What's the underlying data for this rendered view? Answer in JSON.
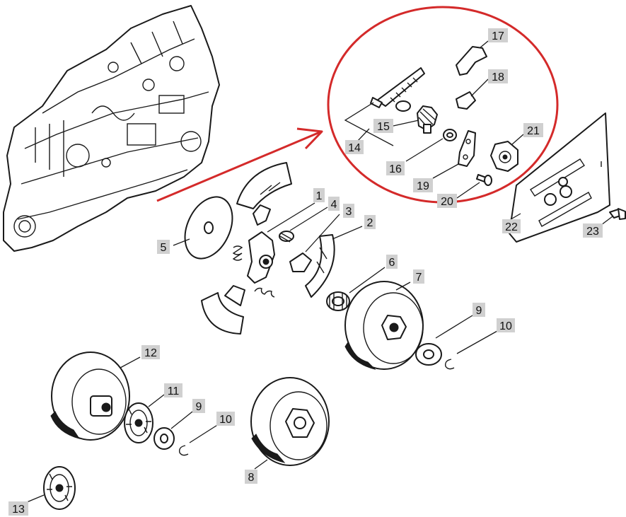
{
  "highlight": {
    "ellipse_color": "#d42a2a",
    "arrow_color": "#d42a2a"
  },
  "callouts": [
    {
      "id": "c1",
      "label": "1",
      "shaded": false
    },
    {
      "id": "c2",
      "label": "2",
      "shaded": false
    },
    {
      "id": "c3",
      "label": "3",
      "shaded": false
    },
    {
      "id": "c4",
      "label": "4",
      "shaded": false
    },
    {
      "id": "c5",
      "label": "5",
      "shaded": true
    },
    {
      "id": "c6",
      "label": "6",
      "shaded": false
    },
    {
      "id": "c7",
      "label": "7",
      "shaded": false
    },
    {
      "id": "c8",
      "label": "8",
      "shaded": true
    },
    {
      "id": "c9a",
      "label": "9",
      "shaded": true
    },
    {
      "id": "c9b",
      "label": "9",
      "shaded": true
    },
    {
      "id": "c10a",
      "label": "10",
      "shaded": true
    },
    {
      "id": "c10b",
      "label": "10",
      "shaded": true
    },
    {
      "id": "c11",
      "label": "11",
      "shaded": false
    },
    {
      "id": "c12",
      "label": "12",
      "shaded": false
    },
    {
      "id": "c13",
      "label": "13",
      "shaded": true
    },
    {
      "id": "c14",
      "label": "14",
      "shaded": false
    },
    {
      "id": "c15",
      "label": "15",
      "shaded": true
    },
    {
      "id": "c16",
      "label": "16",
      "shaded": false
    },
    {
      "id": "c17",
      "label": "17",
      "shaded": true
    },
    {
      "id": "c18",
      "label": "18",
      "shaded": true
    },
    {
      "id": "c19",
      "label": "19",
      "shaded": true
    },
    {
      "id": "c20",
      "label": "20",
      "shaded": true
    },
    {
      "id": "c21",
      "label": "21",
      "shaded": true
    },
    {
      "id": "c22",
      "label": "22",
      "shaded": false
    },
    {
      "id": "c23",
      "label": "23",
      "shaded": true
    }
  ]
}
